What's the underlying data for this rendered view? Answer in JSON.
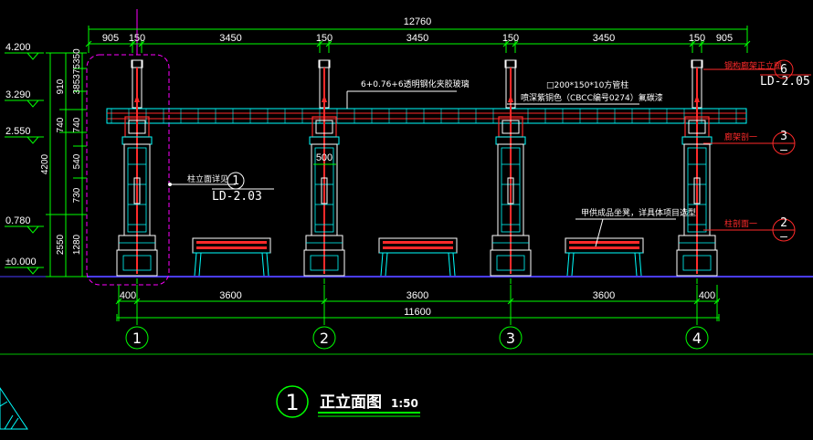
{
  "drawing": {
    "title": "正立面图",
    "title_number": "1",
    "scale": "1:50"
  },
  "top_dimensions": {
    "overall": "12760",
    "segments": [
      "905",
      "150",
      "3450",
      "150",
      "3450",
      "150",
      "3450",
      "150",
      "905"
    ]
  },
  "bottom_dimensions": {
    "overall": "11600",
    "segments": [
      "400",
      "3600",
      "3600",
      "3600",
      "400"
    ]
  },
  "elevations": [
    "4.200",
    "3.290",
    "2.550",
    "0.780",
    "±0.000"
  ],
  "vertical_dims_left": [
    "4200",
    "2550"
  ],
  "vertical_dims_right": [
    "910",
    "385",
    "375350",
    "740",
    "540",
    "730",
    "1280"
  ],
  "column_width_dim": "500",
  "axis_labels": [
    "1",
    "2",
    "3",
    "4"
  ],
  "annotations": {
    "glass": "6+0.76+6透明钢化夹胶玻璃",
    "tube": "□200*150*10方管柱",
    "paint": "喷深紫铜色（CBCC编号0274）氟碳漆",
    "column_detail": "柱立面详见",
    "bench": "甲供成品坐凳，详具体项目选型",
    "side_note_1": "钢构廊架正立面",
    "side_note_2": "廊架剖一",
    "side_note_3": "柱剖面一"
  },
  "callouts": [
    {
      "number": "1",
      "sheet": "LD-2.03"
    },
    {
      "number": "6",
      "sheet": "LD-2.05"
    },
    {
      "number": "3",
      "sheet": "—"
    },
    {
      "number": "2",
      "sheet": "—"
    }
  ],
  "colors": {
    "background": "#000000",
    "dimension": "#00ff00",
    "structure": "#ff2a2a",
    "outline": "#00ffff",
    "text": "#ffffff",
    "ground": "#4a3cff",
    "highlight": "#ff00ff"
  }
}
